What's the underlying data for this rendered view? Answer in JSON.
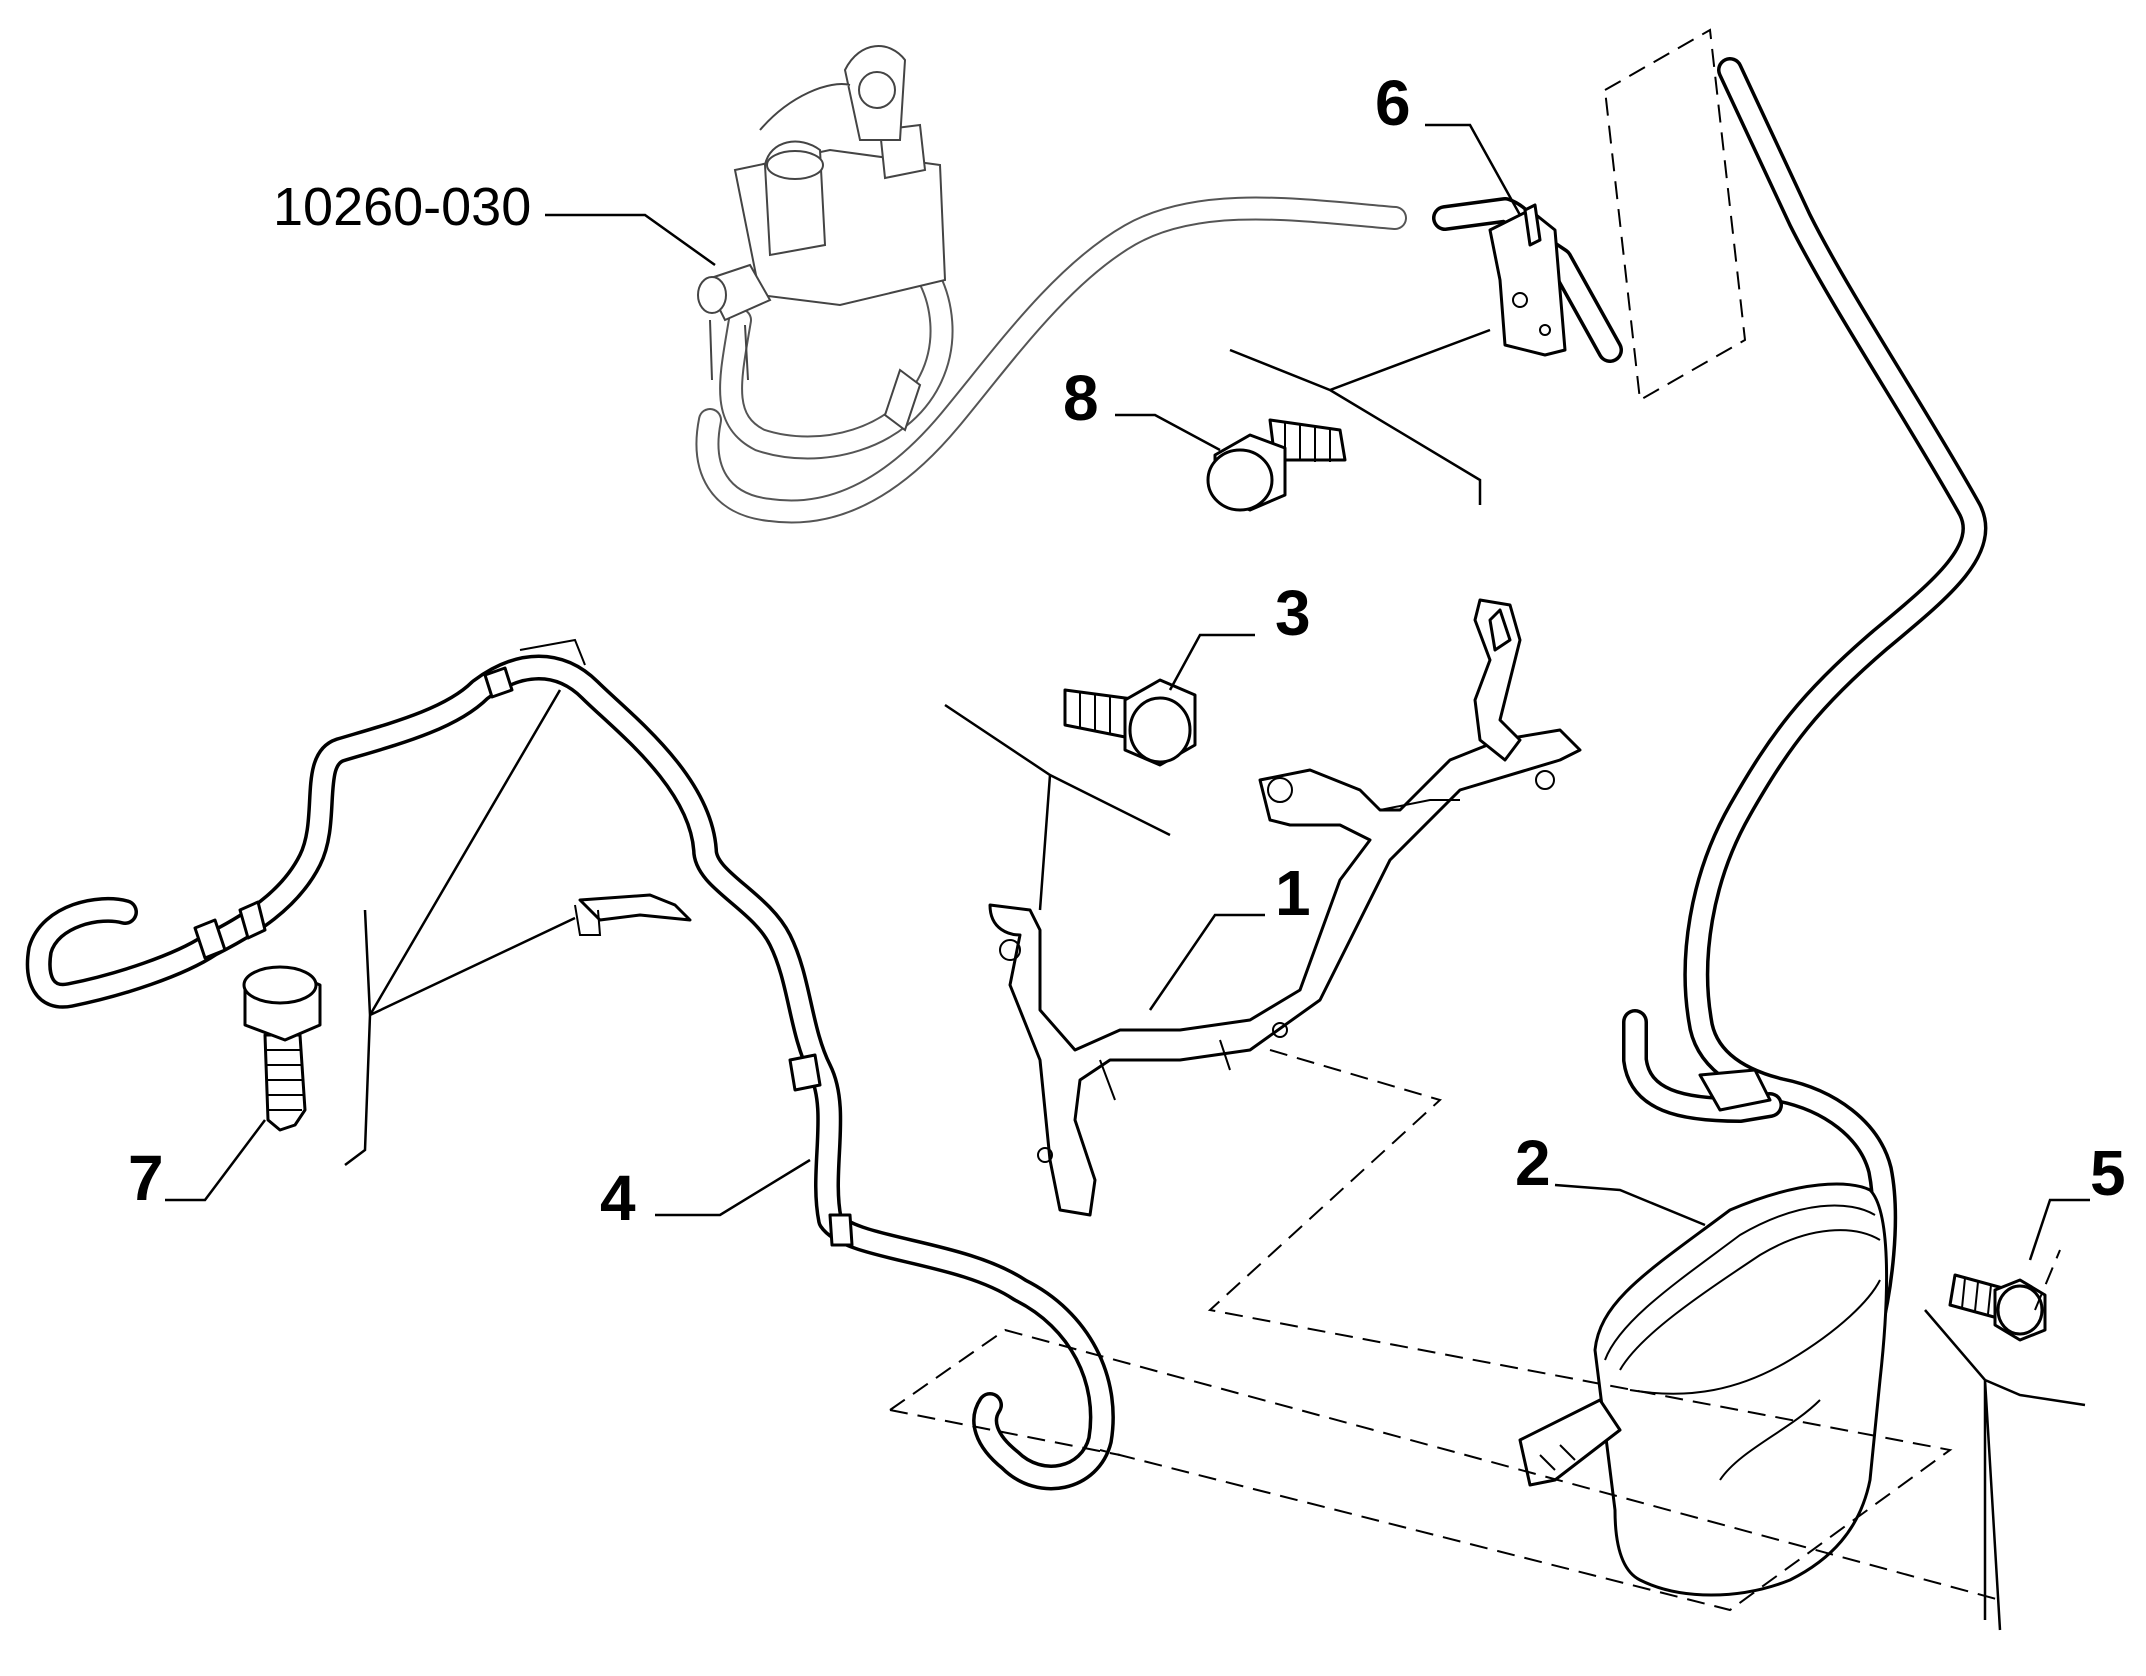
{
  "callouts": {
    "p1": "1",
    "p2": "2",
    "p3": "3",
    "p4": "4",
    "p5": "5",
    "p6": "6",
    "p7": "7",
    "p8": "8",
    "ref": "10260-030"
  }
}
